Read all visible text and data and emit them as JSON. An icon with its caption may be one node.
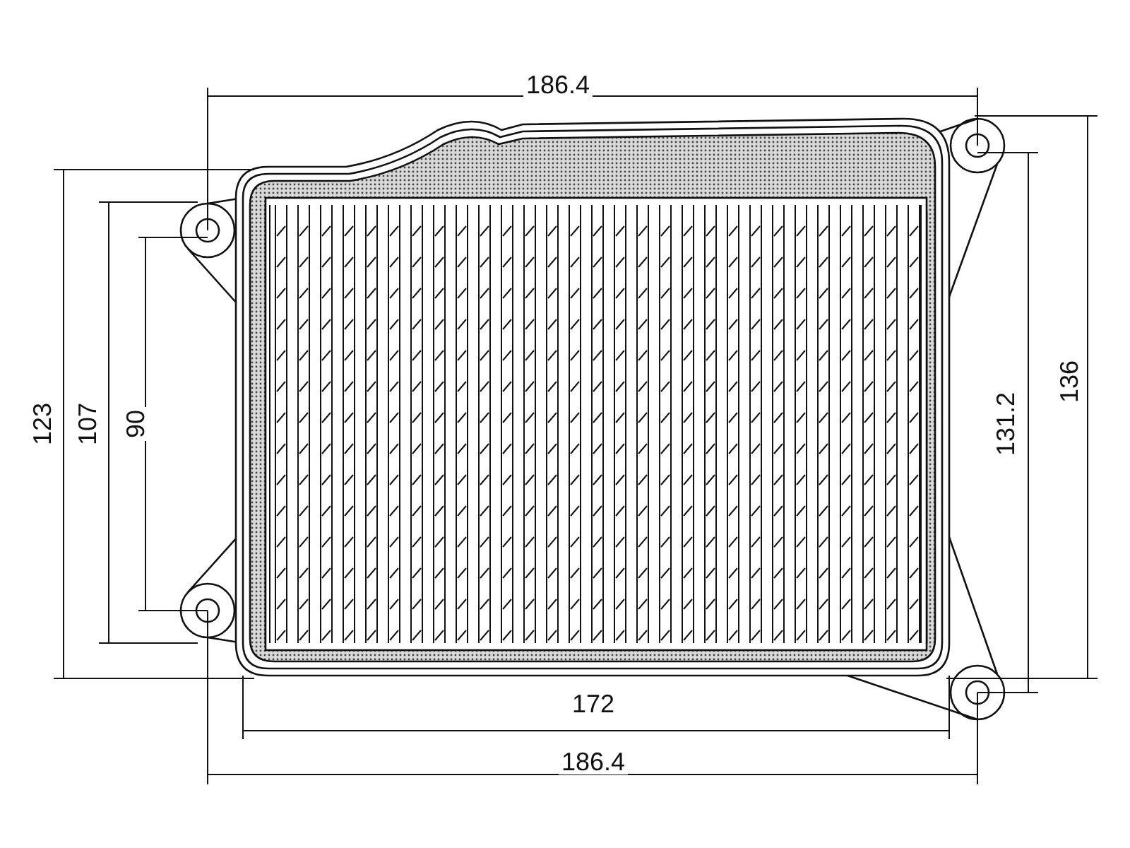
{
  "diagram": {
    "labels": [
      "186.4",
      "123",
      "107",
      "90",
      "131.2",
      "136",
      "172",
      "186.4"
    ]
  }
}
